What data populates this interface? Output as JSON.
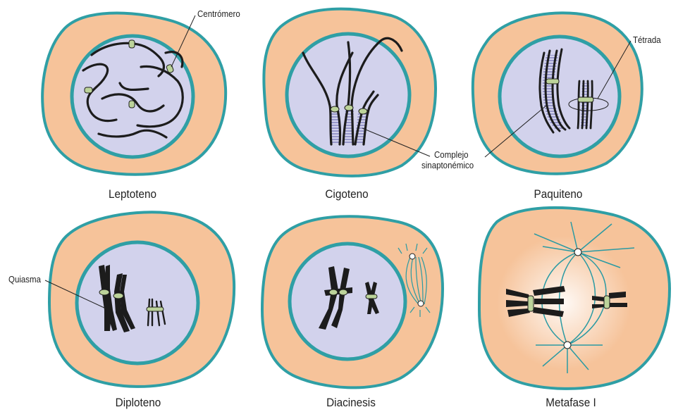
{
  "colors": {
    "cell": "#f6c39a",
    "membrane": "#2f9fa5",
    "nucleus": "#d2d2ec",
    "chromosome": "#1c1c1c",
    "centromere": "#bcd39a",
    "synaptonemal": "#5c5ca8",
    "spindle": "#2a9aa3"
  },
  "stages": [
    {
      "id": "leptoteno",
      "caption": "Leptoteno"
    },
    {
      "id": "cigoteno",
      "caption": "Cigoteno"
    },
    {
      "id": "paquiteno",
      "caption": "Paquiteno"
    },
    {
      "id": "diploteno",
      "caption": "Diploteno"
    },
    {
      "id": "diacinesis",
      "caption": "Diacinesis"
    },
    {
      "id": "metafase",
      "caption": "Metafase I"
    }
  ],
  "labels": {
    "centromero": "Centrómero",
    "complejo_line1": "Complejo",
    "complejo_line2": "sinaptonémico",
    "tetrada": "Tétrada",
    "quiasma": "Quiasma"
  }
}
